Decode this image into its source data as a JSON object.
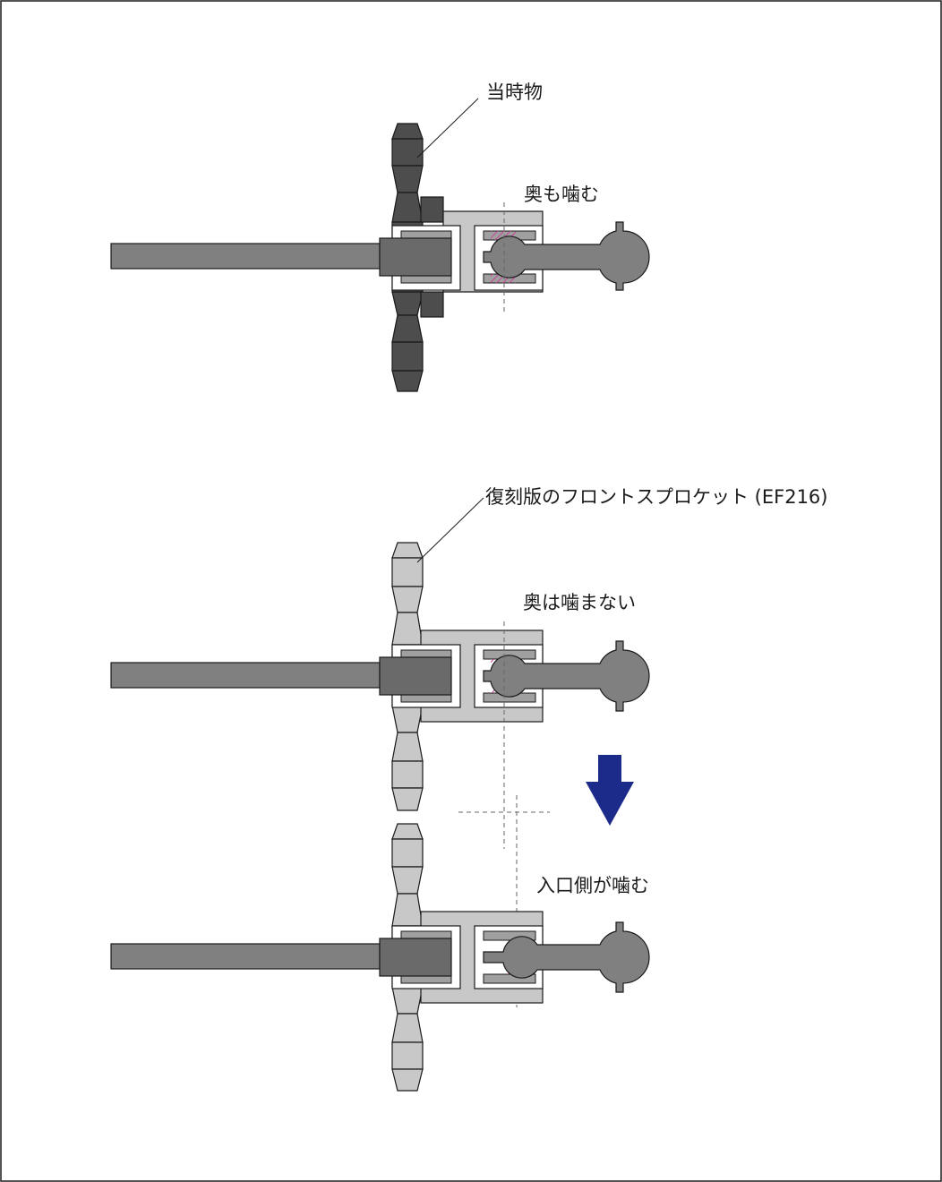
{
  "labels": {
    "original_part": "当時物",
    "top_mesh": "奥も噛む",
    "reissue_part": "復刻版のフロントスプロケット (EF216)",
    "middle_mesh": "奥は噛まない",
    "bottom_mesh": "入口側が噛む"
  },
  "colors": {
    "original_sprocket": "#4d4d4d",
    "reissue_sprocket": "#c8c8c8",
    "housing": "#c8c8c8",
    "shaft": "#808080",
    "arrow": "#1c2a8a",
    "contact_hatch": "#c8429a",
    "outline": "#1a1a1a"
  }
}
